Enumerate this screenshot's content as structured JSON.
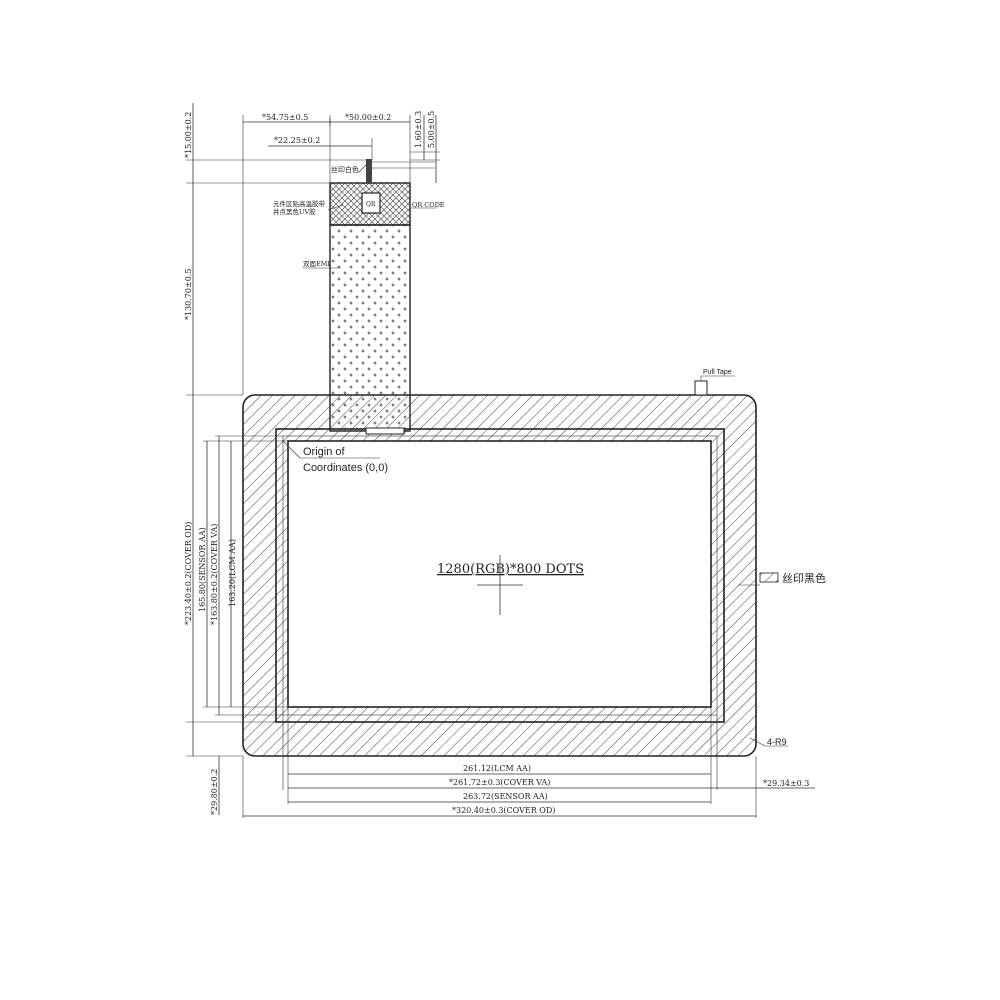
{
  "display": {
    "resolution": "1280(RGB)*800 DOTS"
  },
  "origin": {
    "line1": "Origin of",
    "line2": "Coordinates (0,0)"
  },
  "labels": {
    "silk_white": "丝印白色",
    "component_area_line1": "元件区贴高温胶带",
    "component_area_line2": "并点黑色UV胶",
    "qr_code": "QR CODE",
    "double_emi": "双面EMI",
    "pull_tape": "Pull Tape",
    "silk_black": "丝印黑色",
    "corner_radius": "4-R9",
    "qr_small": "QR"
  },
  "dimensions": {
    "fpc_offset": "*54.75±0.5",
    "fpc_width": "*50.00±0.2",
    "fpc_center": "*22.25±0.2",
    "fpc_top": "*15.00±0.2",
    "fpc_thk1": "1.60±0.3",
    "fpc_thk2": "5.00±0.5",
    "fpc_length": "*130.70±0.5",
    "cover_od_h": "*223.40±0.2(COVER OD)",
    "sensor_aa_h": "165.80(SENSOR AA)",
    "cover_va_h": "*163.80±0.2(COVER VA)",
    "lcm_aa_h": "163.20(LCM AA)",
    "lcm_aa_w": "261.12(LCM AA)",
    "cover_va_w": "*261.72±0.3(COVER VA)",
    "sensor_aa_w": "263.72(SENSOR AA)",
    "cover_od_w": "*320.40±0.3(COVER OD)",
    "right_margin": "*29.34±0.3",
    "bottom_margin": "*29.80±0.2"
  }
}
